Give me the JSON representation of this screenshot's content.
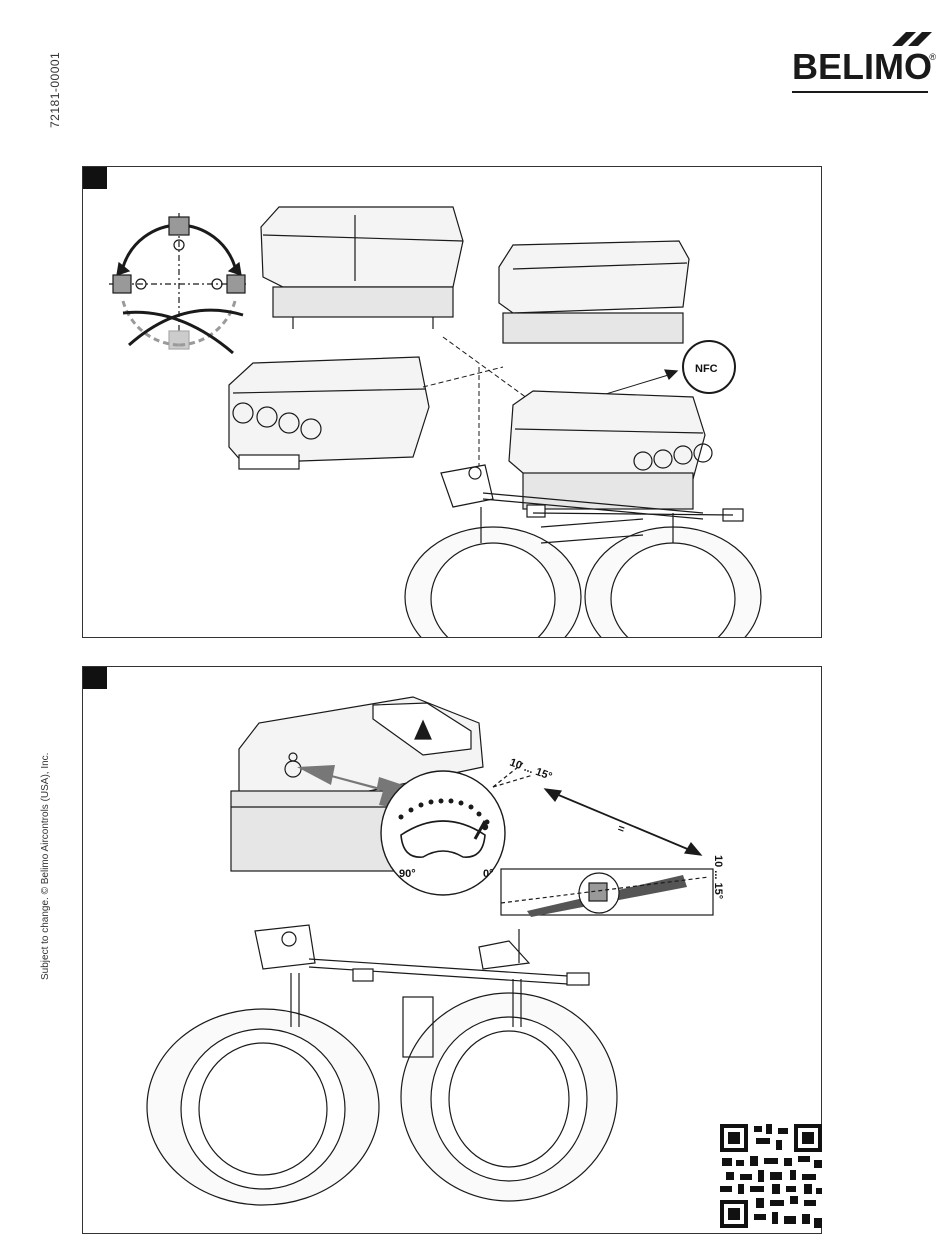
{
  "document": {
    "code": "72181-00001",
    "legal_note": "Subject to change. © Belimo Aircontrols (USA), Inc."
  },
  "brand": {
    "name": "BELIMO",
    "registered_mark": "®"
  },
  "step1": {
    "nfc_label": "NFC"
  },
  "step2": {
    "angle_dial_90": "90°",
    "angle_dial_0": "0°",
    "tolerance_top": "10 ... 15°",
    "tolerance_side": "10 ... 15°",
    "equal_sign": "="
  },
  "colors": {
    "line": "#1a1a1a",
    "housing_fill": "#f2f2f2",
    "arrow_gray": "#777777",
    "dashed_gray": "#9a9a9a"
  }
}
